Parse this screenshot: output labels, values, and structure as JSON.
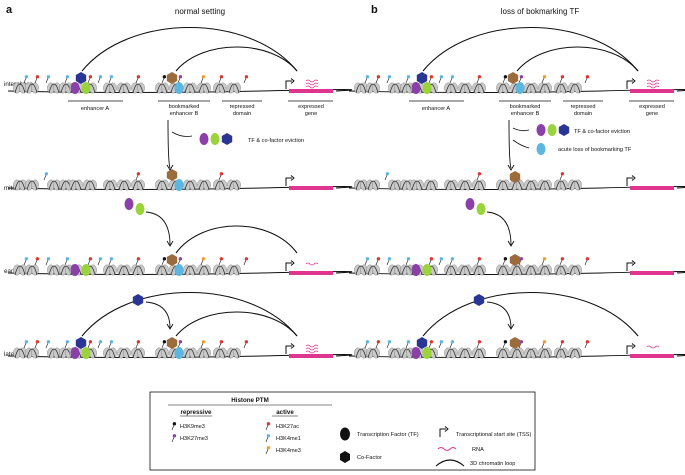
{
  "panels": [
    {
      "letter": "a",
      "title": "normal setting"
    },
    {
      "letter": "b",
      "title": "loss of bokmarking TF"
    }
  ],
  "rows": [
    "interphase",
    "mitosis",
    "early G1",
    "late G1"
  ],
  "interphase_labels": {
    "enhancer_a": "enhancer A",
    "bookmarked_1": "bookmarked",
    "bookmarked_2": "enhancer B",
    "repressed_1": "repressed",
    "repressed_2": "domain",
    "expressed_1": "expressed",
    "expressed_2": "gene"
  },
  "eviction_a": "TF & co-factor eviction",
  "eviction_b": "TF & co-factor eviction",
  "acute_loss": "acute loss of bookmarking TF",
  "legend": {
    "title": "Histone PTM",
    "repressive_header": "repressive",
    "active_header": "active",
    "repressive": [
      "H3K9me3",
      "H3K27me3"
    ],
    "active": [
      "H3K27ac",
      "H3K4me1",
      "H3K4me3"
    ],
    "tf": "Transcription Factor (TF)",
    "cofactor": "Co-Factor",
    "tss": "Transcriptional start site (TSS)",
    "rna": "RNA",
    "loop": "3D chromatin loop"
  },
  "colors": {
    "purple": "#8B3FA8",
    "green": "#9AD33C",
    "navy": "#2B3594",
    "brown": "#9C6B3C",
    "cyan": "#5BB7E0",
    "magenta": "#E0358F",
    "red": "#E0362C",
    "orange": "#F39A2B",
    "black": "#111111",
    "nucleosome": "#C9C9C9"
  }
}
